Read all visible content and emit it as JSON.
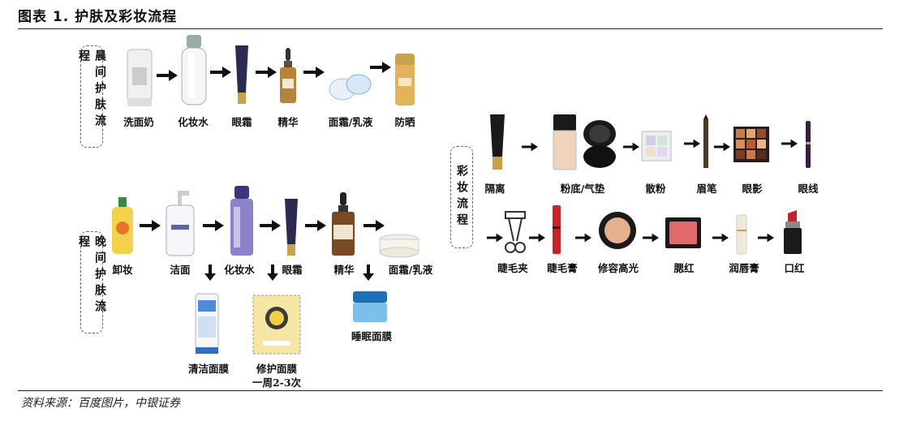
{
  "figure": {
    "title": "图表 1. 护肤及彩妆流程",
    "source": "资料来源：百度图片，中银证券"
  },
  "morning": {
    "label": "晨间护肤流程",
    "steps": [
      "洗面奶",
      "化妆水",
      "眼霜",
      "精华",
      "面霜/乳液",
      "防晒"
    ]
  },
  "evening": {
    "label": "晚间护肤流程",
    "steps": [
      "卸妆",
      "洁面",
      "化妆水",
      "眼霜",
      "精华",
      "面霜/乳液"
    ],
    "extras": [
      "清洁面膜",
      "修护面膜",
      "一周2-3次",
      "睡眠面膜"
    ]
  },
  "makeup": {
    "label": "彩妆流程",
    "row1": [
      "隔离",
      "粉底/气垫",
      "散粉",
      "眉笔",
      "眼影",
      "眼线"
    ],
    "row2": [
      "睫毛夹",
      "睫毛膏",
      "修容高光",
      "腮红",
      "润唇膏",
      "口红"
    ]
  },
  "colors": {
    "rule": "#222222",
    "label_border": "#666666",
    "arrow": "#111111"
  }
}
